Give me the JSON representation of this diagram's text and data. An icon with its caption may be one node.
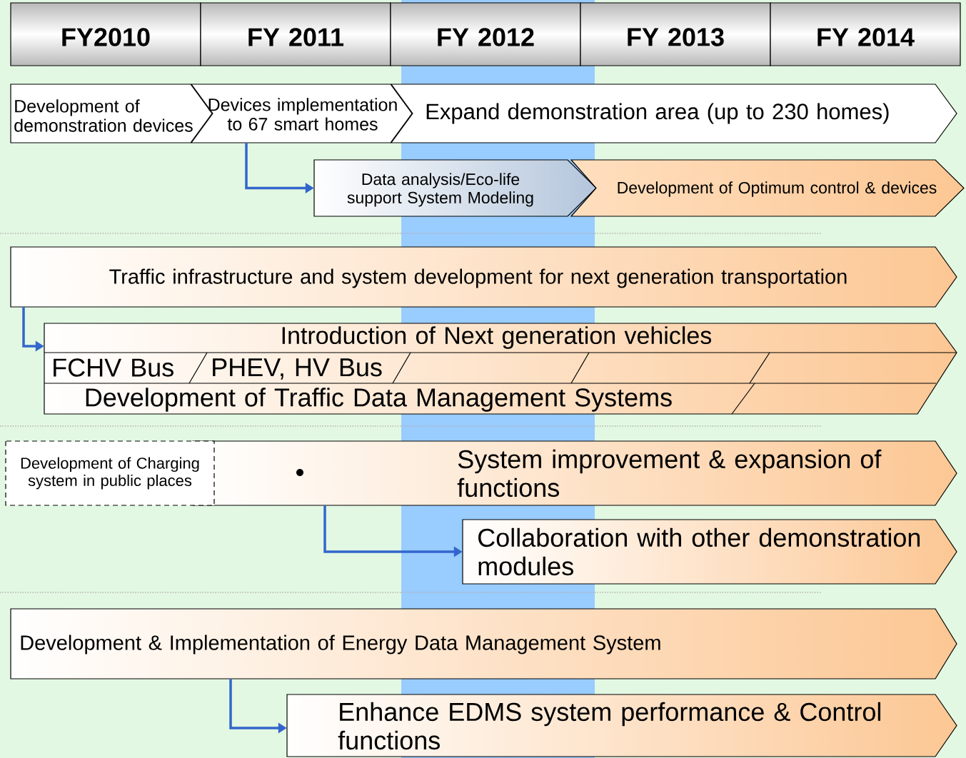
{
  "diagram": {
    "nodes": [
      {
        "text": [
          "FY2010"
        ]
      },
      {
        "text": [
          "FY 2011"
        ]
      },
      {
        "text": [
          "FY 2012"
        ]
      },
      {
        "text": [
          "FY 2013"
        ]
      },
      {
        "text": [
          "FY 2014"
        ]
      },
      {
        "text": [
          "Development of demonstration devices"
        ]
      },
      {
        "text": [
          "Devices implementation to 67 smart homes"
        ]
      },
      {
        "text": [
          "Expand demonstration area (up to 230 homes)"
        ]
      },
      {
        "text": [
          "Data analysis/Eco-life support System Modeling"
        ]
      },
      {
        "text": [
          "Development of Optimum control & devices"
        ]
      },
      {
        "text": [
          "Traffic infrastructure and system development for next generation transportation"
        ]
      },
      {
        "text": [
          "Introduction of Next generation vehicles"
        ]
      },
      {
        "text": [
          "FCHV Bus"
        ],
        "in": 11
      },
      {
        "text": [
          "PHEV, HV Bus"
        ],
        "in": 11
      },
      {
        "text": [
          "Development of Traffic Data Management Systems"
        ],
        "in": 11
      },
      {
        "text": [
          "Development of Charging system in public places"
        ]
      },
      {
        "text": [
          "System improvement & expansion of functions"
        ]
      },
      {
        "text": [
          "Collaboration with other demonstration modules"
        ]
      },
      {
        "text": [
          "Development & Implementation of Energy Data Management System"
        ]
      },
      {
        "text": [
          "Enhance EDMS system performance & Control functions"
        ]
      }
    ],
    "edges": [
      {
        "from": 6,
        "to": 8,
        "arrow": "to"
      },
      {
        "from": 10,
        "to": 11,
        "arrow": "to"
      },
      {
        "from": 16,
        "to": 17,
        "arrow": "to"
      },
      {
        "from": 18,
        "to": 19,
        "arrow": "to"
      }
    ]
  }
}
